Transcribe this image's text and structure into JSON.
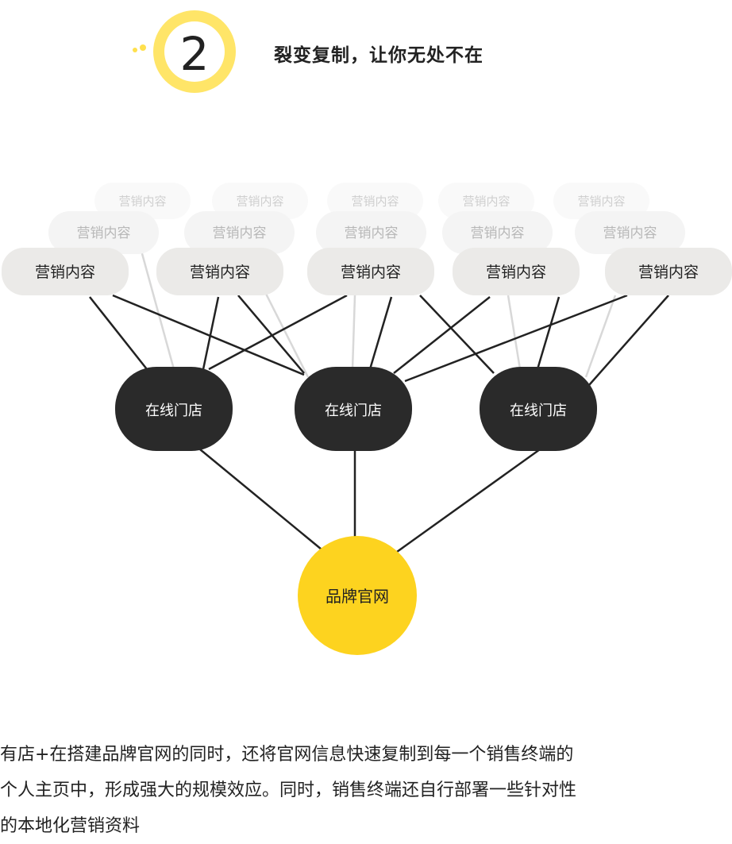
{
  "header": {
    "step_number": "2",
    "title": "裂变复制，让你无处不在"
  },
  "diagram": {
    "content_label": "营销内容",
    "store_label": "在线门店",
    "brand_label": "品牌官网",
    "colors": {
      "brand": "#fdd31f",
      "store": "#2a2a2a",
      "content": "#ebeae8",
      "line": "#222222"
    }
  },
  "description": {
    "lines": [
      "有店+在搭建品牌官网的同时，还将官网信息快速复制到每一个销售终端的",
      "个人主页中，形成强大的规模效应。同时，销售终端还自行部署一些针对性",
      "的本地化营销资料"
    ]
  }
}
